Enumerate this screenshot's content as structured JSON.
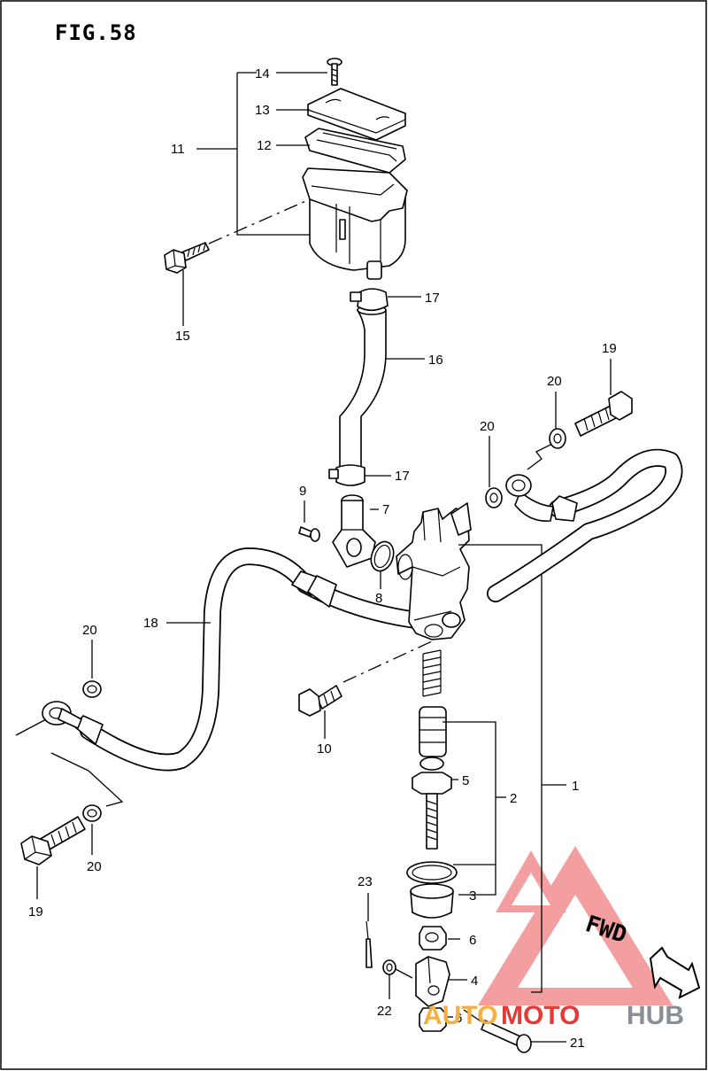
{
  "figure": {
    "title": "FIG.58"
  },
  "labels": {
    "p1": "1",
    "p2": "2",
    "p3": "3",
    "p4": "4",
    "p5": "5",
    "p6a": "6",
    "p6b": "6",
    "p7": "7",
    "p8": "8",
    "p9": "9",
    "p10": "10",
    "p11": "11",
    "p12": "12",
    "p13": "13",
    "p14": "14",
    "p15": "15",
    "p16": "16",
    "p17a": "17",
    "p17b": "17",
    "p18": "18",
    "p19a": "19",
    "p19b": "19",
    "p20a": "20",
    "p20b": "20",
    "p20c": "20",
    "p20d": "20",
    "p21": "21",
    "p22": "22",
    "p23": "23"
  },
  "direction": {
    "text": "FWD"
  },
  "watermark": {
    "part1": "AUTO",
    "part2": "MOTO",
    "part3": "HUB",
    "color_red": "#e53935",
    "color_orange": "#f5b041",
    "color_gray": "#8a8f96"
  }
}
